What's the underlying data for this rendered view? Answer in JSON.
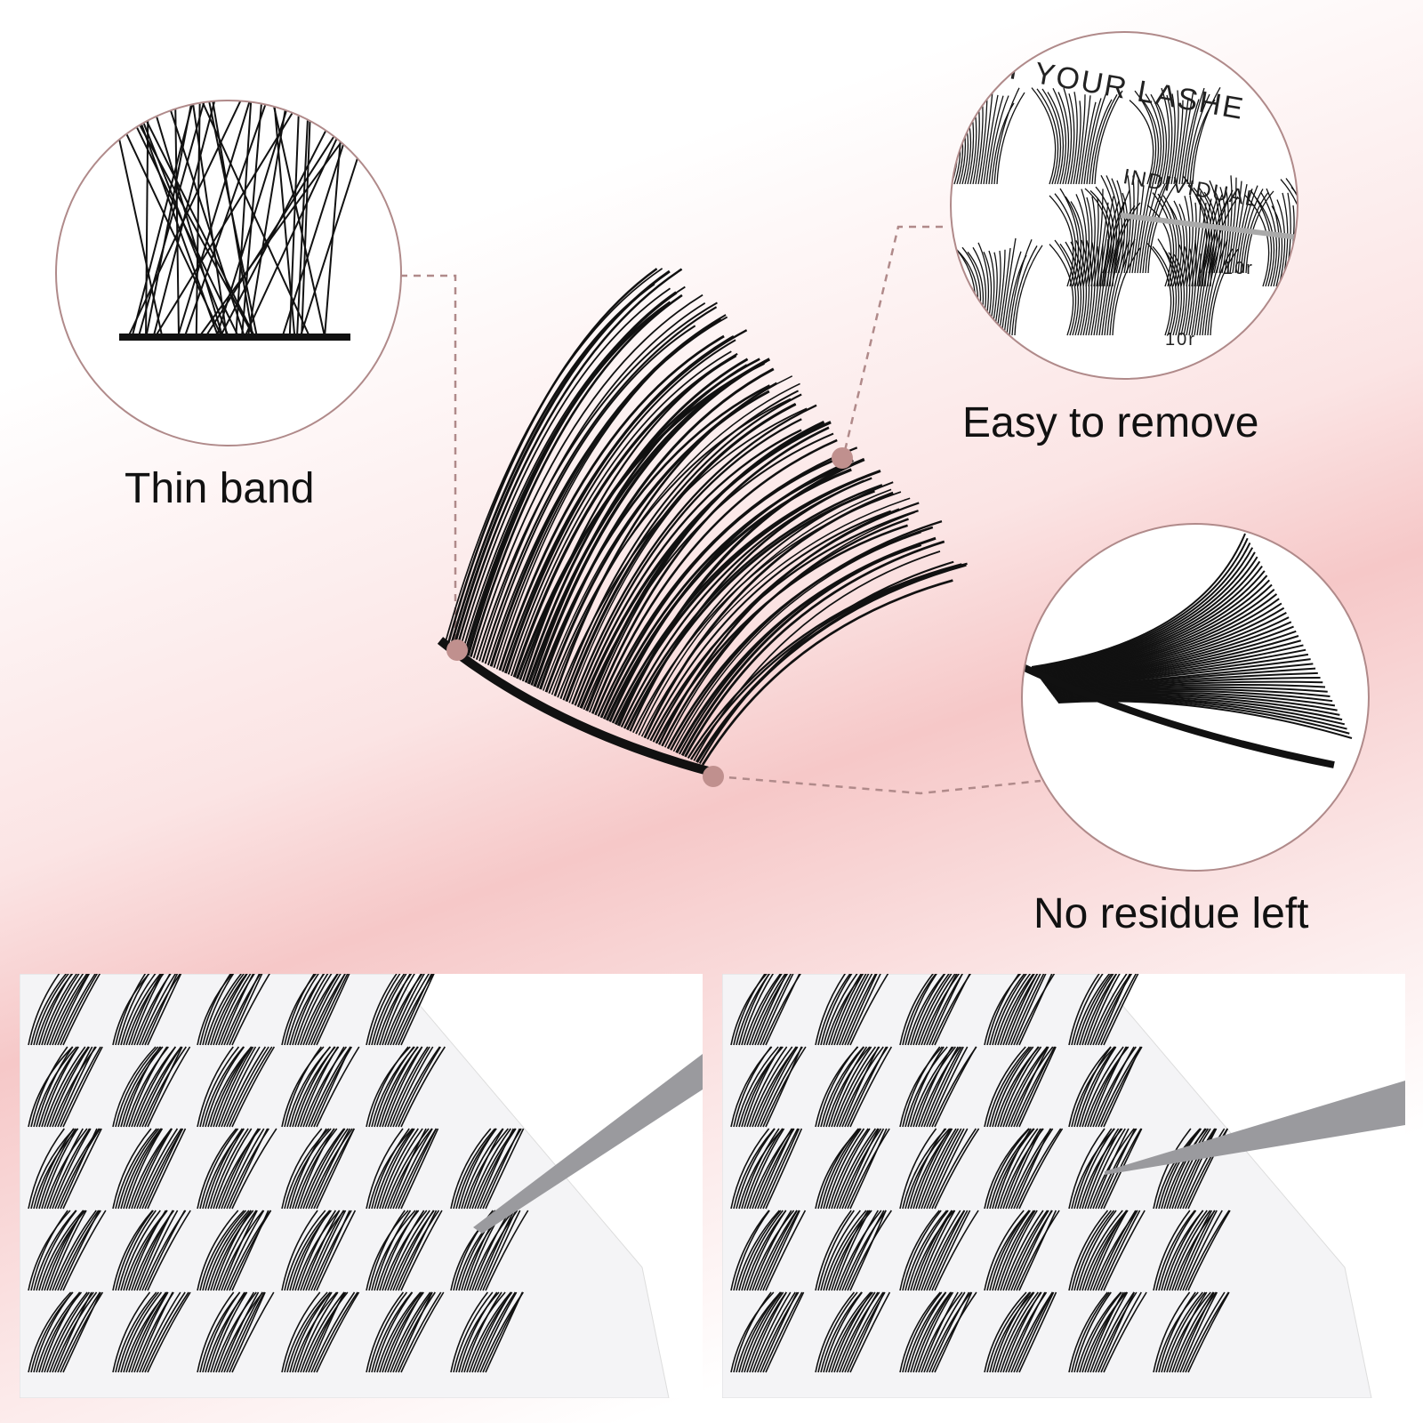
{
  "features": [
    {
      "label": "Thin band"
    },
    {
      "label": "Easy to remove"
    },
    {
      "label": "No residue left"
    }
  ],
  "tray_lettering": {
    "line1": "Y YOUR LASHE",
    "line2": "INDIVIDUAL",
    "count_a": "10r",
    "count_b": "10r"
  },
  "colors": {
    "accent": "#c0908e",
    "background_pink": "#f6c8c8",
    "lash": "#111111"
  }
}
